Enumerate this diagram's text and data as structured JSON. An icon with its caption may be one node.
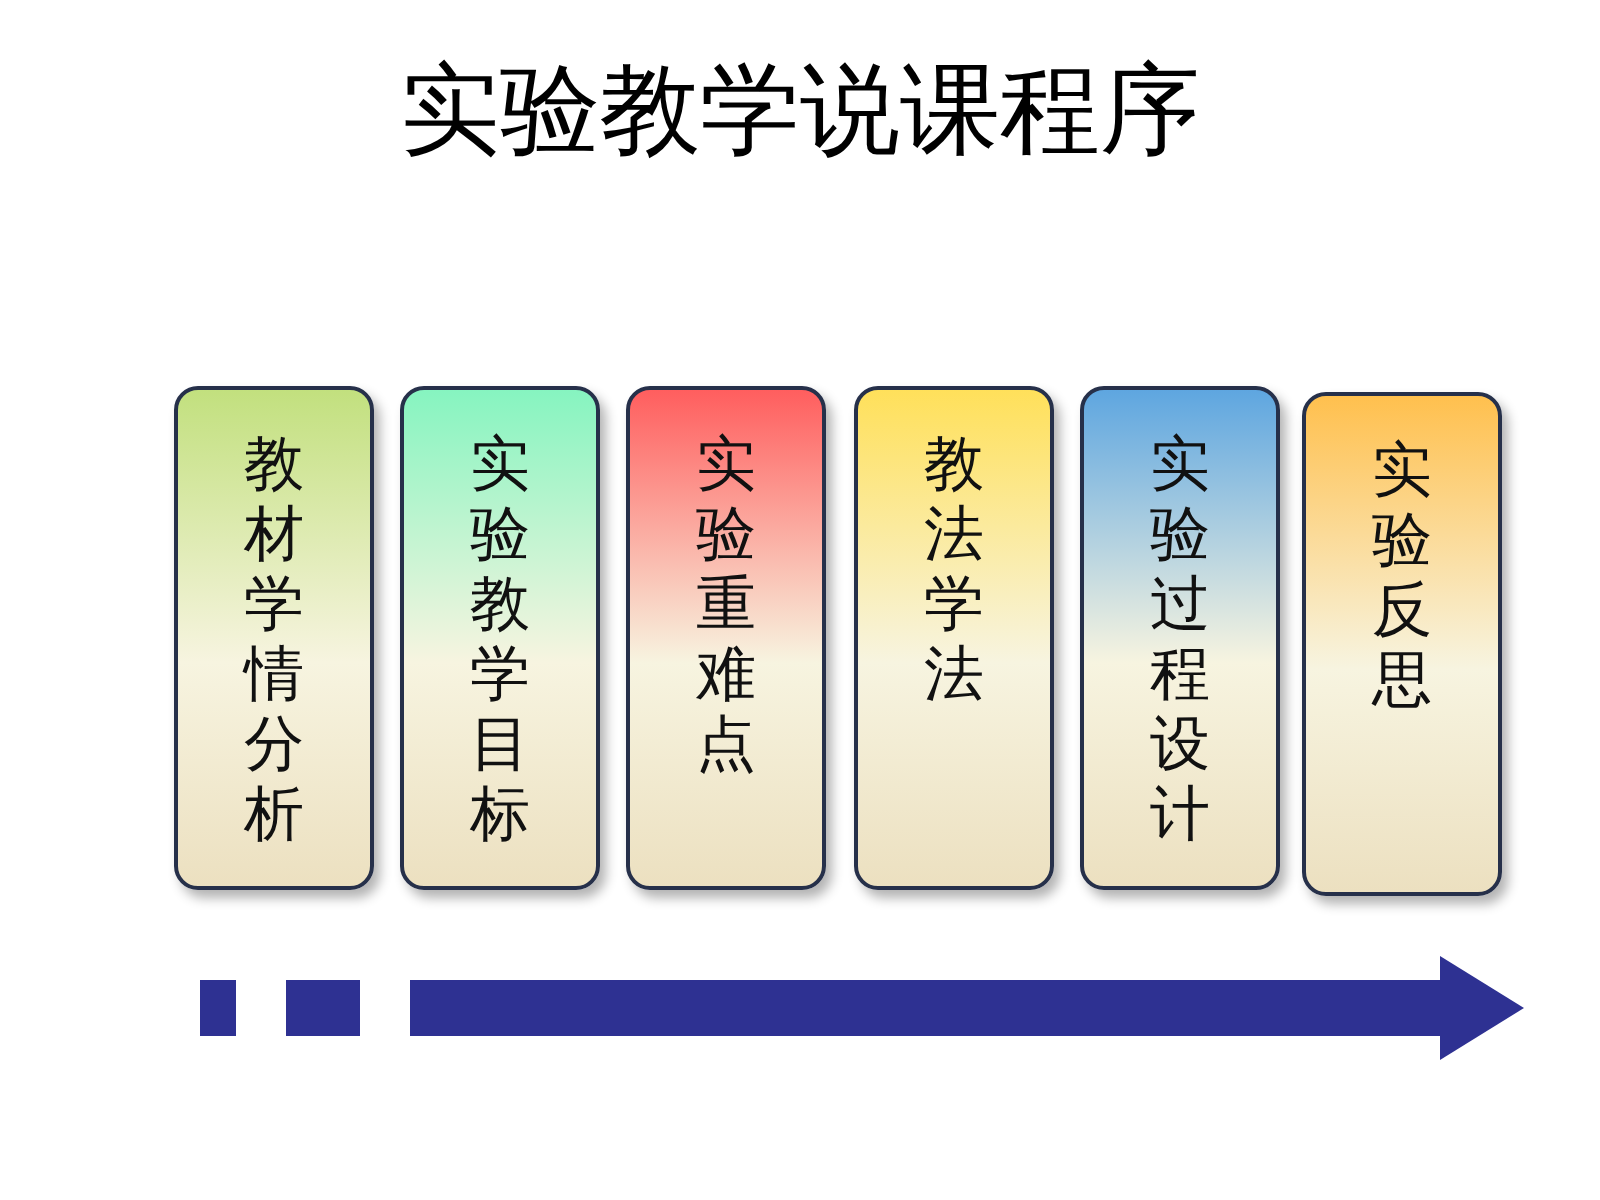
{
  "diagram": {
    "title": "实验教学说课程序",
    "nodes": [
      {
        "text": [
          "教材学情分析"
        ]
      },
      {
        "text": [
          "实验教学目标"
        ]
      },
      {
        "text": [
          "实验重难点"
        ]
      },
      {
        "text": [
          "教法学法"
        ]
      },
      {
        "text": [
          "实验过程设计"
        ]
      },
      {
        "text": [
          "实验反思"
        ]
      }
    ]
  }
}
